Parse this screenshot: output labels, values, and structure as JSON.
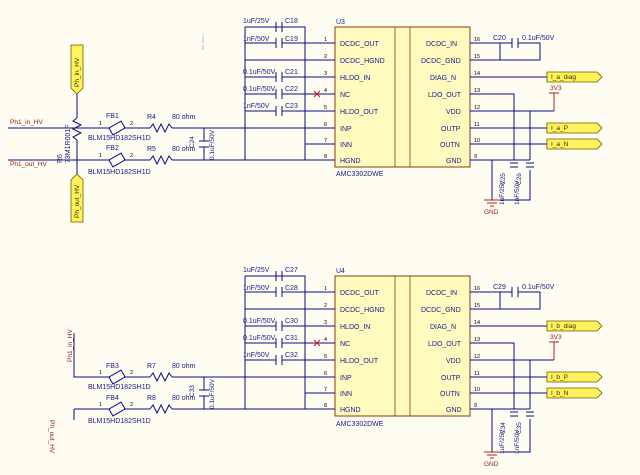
{
  "chips": [
    {
      "ref": "U3",
      "part": "AMC3302DWE",
      "left_pins": [
        {
          "num": "1",
          "name": "DCDC_OUT"
        },
        {
          "num": "2",
          "name": "DCDC_HGND"
        },
        {
          "num": "3",
          "name": "HLDO_IN"
        },
        {
          "num": "4",
          "name": "NC"
        },
        {
          "num": "5",
          "name": "HLDO_OUT"
        },
        {
          "num": "6",
          "name": "INP"
        },
        {
          "num": "7",
          "name": "INN"
        },
        {
          "num": "8",
          "name": "HGND"
        }
      ],
      "right_pins": [
        {
          "num": "16",
          "name": "DCDC_IN"
        },
        {
          "num": "15",
          "name": "DCDC_GND"
        },
        {
          "num": "14",
          "name": "DIAG_N"
        },
        {
          "num": "13",
          "name": "LDO_OUT"
        },
        {
          "num": "12",
          "name": "VDD"
        },
        {
          "num": "11",
          "name": "OUTP"
        },
        {
          "num": "10",
          "name": "OUTN"
        },
        {
          "num": "9",
          "name": "GND"
        }
      ]
    },
    {
      "ref": "U4",
      "part": "AMC3302DWE",
      "left_pins": [
        {
          "num": "1",
          "name": "DCDC_OUT"
        },
        {
          "num": "2",
          "name": "DCDC_HGND"
        },
        {
          "num": "3",
          "name": "HLDO_IN"
        },
        {
          "num": "4",
          "name": "NC"
        },
        {
          "num": "5",
          "name": "HLDO_OUT"
        },
        {
          "num": "6",
          "name": "INP"
        },
        {
          "num": "7",
          "name": "INN"
        },
        {
          "num": "8",
          "name": "HGND"
        }
      ],
      "right_pins": [
        {
          "num": "16",
          "name": "DCDC_IN"
        },
        {
          "num": "15",
          "name": "DCDC_GND"
        },
        {
          "num": "14",
          "name": "DIAG_N"
        },
        {
          "num": "13",
          "name": "LDO_OUT"
        },
        {
          "num": "12",
          "name": "VDD"
        },
        {
          "num": "11",
          "name": "OUTP"
        },
        {
          "num": "10",
          "name": "OUTN"
        },
        {
          "num": "9",
          "name": "GND"
        }
      ]
    }
  ],
  "caps": {
    "c18": {
      "ref": "C18",
      "value": "1uF/25V"
    },
    "c19": {
      "ref": "C19",
      "value": "1nF/50V"
    },
    "c21": {
      "ref": "C21",
      "value": "0.1uF/50V"
    },
    "c22": {
      "ref": "C22",
      "value": "0.1uF/50V"
    },
    "c23": {
      "ref": "C23",
      "value": "1nF/50V"
    },
    "c20": {
      "ref": "C20",
      "value": "0.1uF/50V"
    },
    "c24": {
      "ref": "C24",
      "value": "0.1uF/50V"
    },
    "c25": {
      "ref": "C25",
      "value": "1uF/25V"
    },
    "c26": {
      "ref": "C26",
      "value": "1nF/50V"
    },
    "c27": {
      "ref": "C27",
      "value": "1uF/25V"
    },
    "c28": {
      "ref": "C28",
      "value": "1nF/50V"
    },
    "c30": {
      "ref": "C30",
      "value": "0.1uF/50V"
    },
    "c31": {
      "ref": "C31",
      "value": "0.1uF/50V"
    },
    "c32": {
      "ref": "C32",
      "value": "1nF/50V"
    },
    "c29": {
      "ref": "C29",
      "value": "0.1uF/50V"
    },
    "c33": {
      "ref": "C33",
      "value": "0.1uF/50V"
    },
    "c34": {
      "ref": "C34",
      "value": "1uF/25V"
    },
    "c35": {
      "ref": "C35",
      "value": "1nF/50V"
    }
  },
  "resistors": {
    "r4": {
      "ref": "R4",
      "value": "80 ohm"
    },
    "r5": {
      "ref": "R5",
      "value": "80 ohm"
    },
    "r7": {
      "ref": "R7",
      "value": "80 ohm"
    },
    "r8": {
      "ref": "R8",
      "value": "80 ohm"
    },
    "r6": {
      "ref": "R6",
      "value": "73M1R001F"
    }
  },
  "beads": {
    "fb1": {
      "ref": "FB1",
      "part": "BLM15HD182SH1D"
    },
    "fb2": {
      "ref": "FB2",
      "part": "BLM15HD182SH1D"
    },
    "fb3": {
      "ref": "FB3",
      "part": "BLM15HD182SH1D"
    },
    "fb4": {
      "ref": "FB4",
      "part": "BLM15HD182SH1D"
    }
  },
  "nets": {
    "ph1_in_hv": "Ph1_in_HV",
    "ph1_out_hv": "Ph1_out_HV",
    "ph_in_hv": "Ph_in_HV",
    "ph_out_hv": "Ph_out_HV",
    "i_a_diag": "I_a_diag",
    "i_a_p": "I_a_P",
    "i_a_n": "I_a_N",
    "i_b_diag": "I_b_diag",
    "i_b_p": "I_b_P",
    "i_b_n": "I_b_N",
    "v3v3": "3V3",
    "gnd": "GND",
    "ph_out_hv_flipped": "Ph_out_HV"
  },
  "pin_nums": {
    "one": "1",
    "two": "2"
  },
  "colors": {
    "wire": "#0a0a8c",
    "chip_fill": "#fffbbf",
    "port_fill": "#fff25a",
    "power": "#8b1a1a",
    "background": "#fffdf2"
  }
}
